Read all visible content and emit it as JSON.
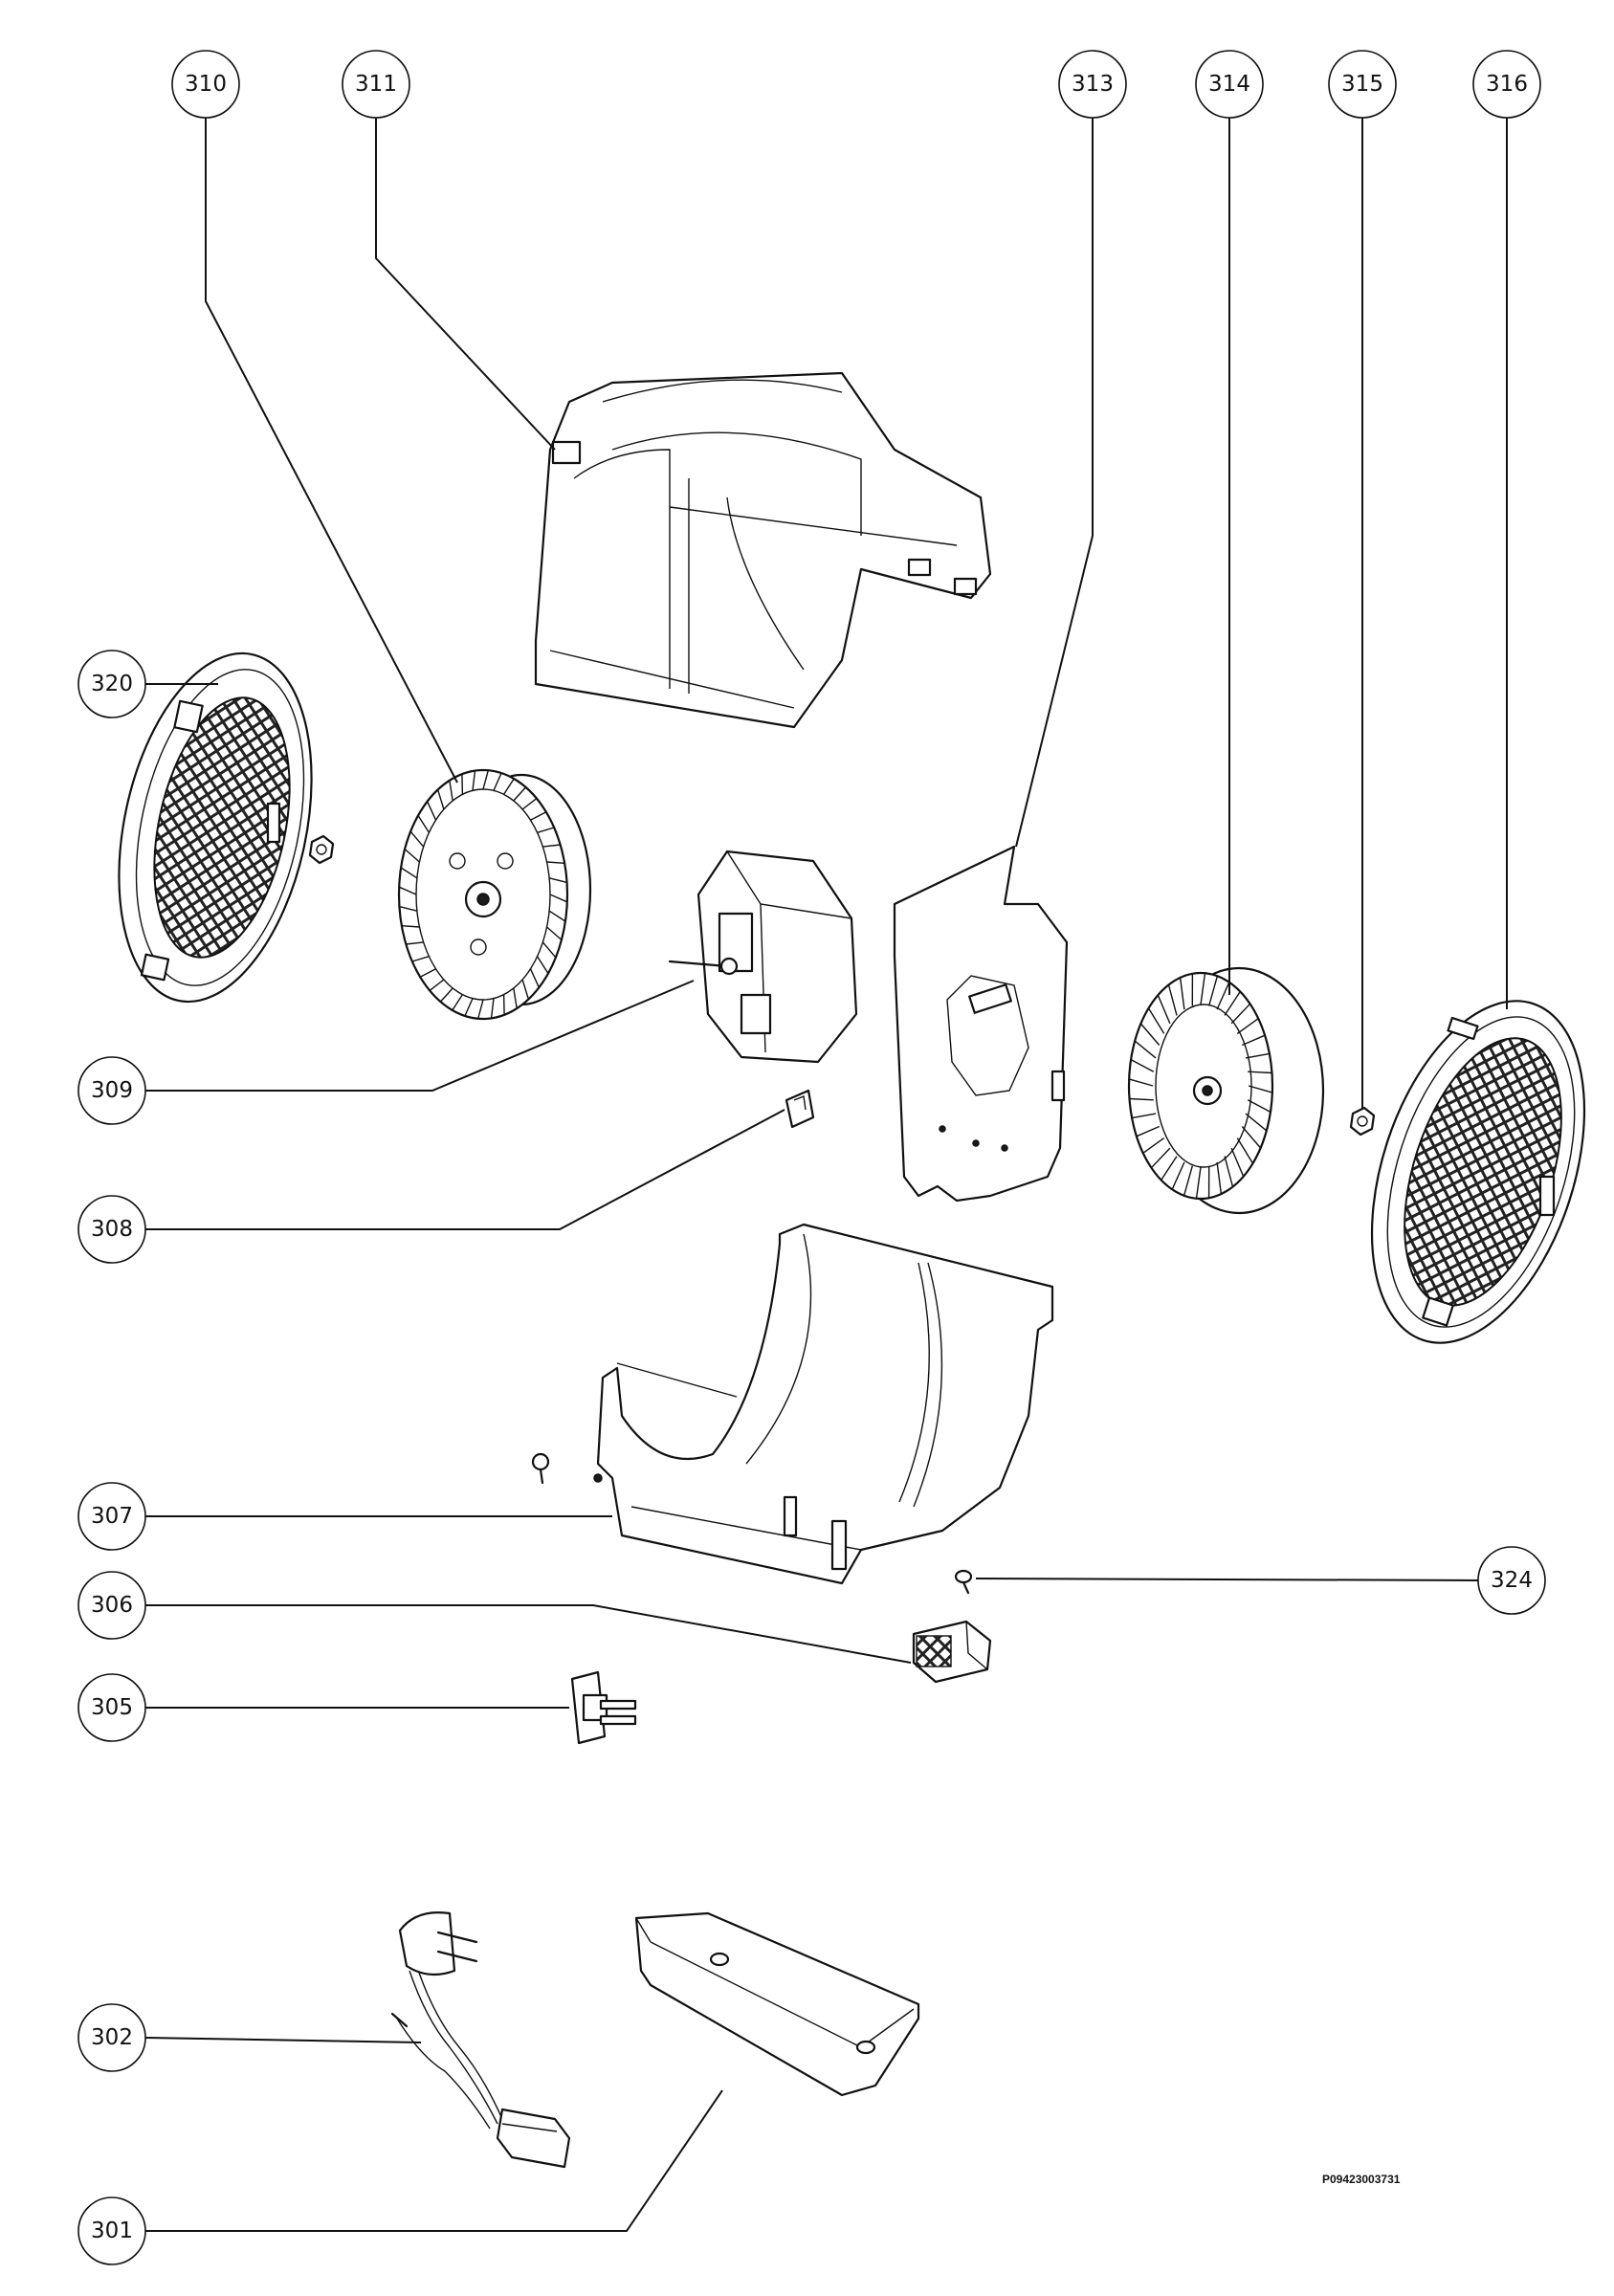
{
  "callouts": [
    {
      "id": "310",
      "label": "310"
    },
    {
      "id": "311",
      "label": "311"
    },
    {
      "id": "313",
      "label": "313"
    },
    {
      "id": "314",
      "label": "314"
    },
    {
      "id": "315",
      "label": "315"
    },
    {
      "id": "316",
      "label": "316"
    },
    {
      "id": "320",
      "label": "320"
    },
    {
      "id": "309",
      "label": "309"
    },
    {
      "id": "308",
      "label": "308"
    },
    {
      "id": "307",
      "label": "307"
    },
    {
      "id": "324",
      "label": "324"
    },
    {
      "id": "306",
      "label": "306"
    },
    {
      "id": "305",
      "label": "305"
    },
    {
      "id": "302",
      "label": "302"
    },
    {
      "id": "301",
      "label": "301"
    }
  ],
  "reference_code": "P09423003731",
  "colors": {
    "line": "#111111",
    "background": "#ffffff"
  }
}
